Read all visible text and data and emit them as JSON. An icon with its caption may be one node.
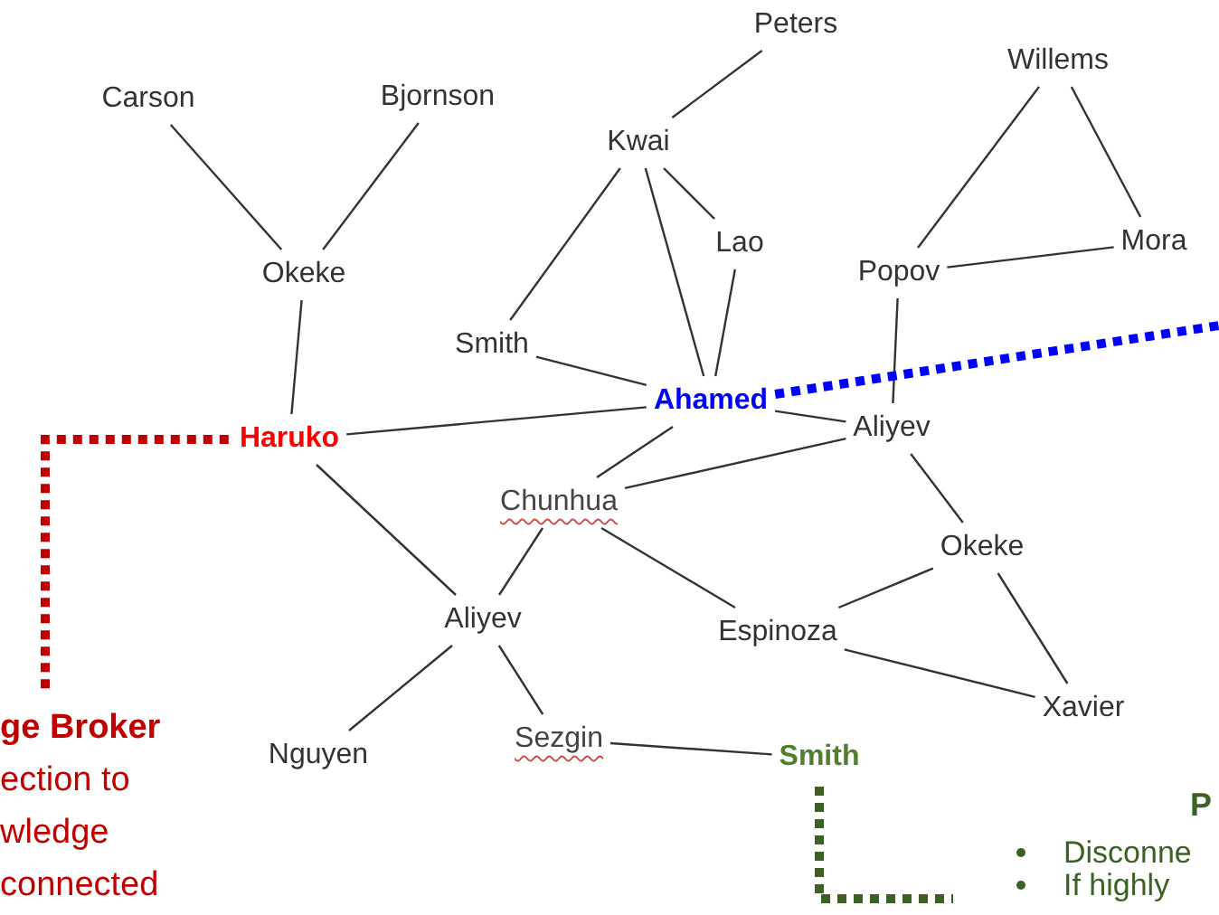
{
  "diagram": {
    "nodes": [
      {
        "text": [
          "Peters"
        ]
      },
      {
        "text": [
          "Willems"
        ]
      },
      {
        "text": [
          "Carson"
        ]
      },
      {
        "text": [
          "Bjornson"
        ]
      },
      {
        "text": [
          "Kwai"
        ]
      },
      {
        "text": [
          "Mora"
        ]
      },
      {
        "text": [
          "Lao"
        ]
      },
      {
        "text": [
          "Popov"
        ]
      },
      {
        "text": [
          "Okeke"
        ]
      },
      {
        "text": [
          "Smith"
        ]
      },
      {
        "text": [
          "Ahamed"
        ]
      },
      {
        "text": [
          "Aliyev"
        ]
      },
      {
        "text": [
          "Haruko"
        ]
      },
      {
        "text": [
          "Chunhua"
        ]
      },
      {
        "text": [
          "Okeke"
        ]
      },
      {
        "text": [
          "Aliyev"
        ]
      },
      {
        "text": [
          "Espinoza"
        ]
      },
      {
        "text": [
          "Xavier"
        ]
      },
      {
        "text": [
          "Nguyen"
        ]
      },
      {
        "text": [
          "Sezgin"
        ]
      },
      {
        "text": [
          "Smith"
        ]
      },
      {
        "text": [
          "ge Broker",
          "ection to wledge connected"
        ]
      }
    ],
    "edges": [
      {
        "from": 0,
        "to": 4,
        "arrow": "none"
      },
      {
        "from": 2,
        "to": 8,
        "arrow": "none"
      },
      {
        "from": 3,
        "to": 8,
        "arrow": "none"
      },
      {
        "from": 4,
        "to": 9,
        "arrow": "none"
      },
      {
        "from": 4,
        "to": 6,
        "arrow": "none"
      },
      {
        "from": 4,
        "to": 10,
        "arrow": "none"
      },
      {
        "from": 6,
        "to": 10,
        "arrow": "none"
      },
      {
        "from": 1,
        "to": 7,
        "arrow": "none"
      },
      {
        "from": 1,
        "to": 5,
        "arrow": "none"
      },
      {
        "from": 7,
        "to": 5,
        "arrow": "none"
      },
      {
        "from": 7,
        "to": 11,
        "arrow": "none"
      },
      {
        "from": 8,
        "to": 12,
        "arrow": "none"
      },
      {
        "from": 9,
        "to": 10,
        "arrow": "none"
      },
      {
        "from": 12,
        "to": 10,
        "arrow": "none"
      },
      {
        "from": 10,
        "to": 11,
        "arrow": "none"
      },
      {
        "from": 10,
        "to": 13,
        "arrow": "none"
      },
      {
        "from": 13,
        "to": 11,
        "arrow": "none"
      },
      {
        "from": 11,
        "to": 14,
        "arrow": "none"
      },
      {
        "from": 12,
        "to": 15,
        "arrow": "none"
      },
      {
        "from": 13,
        "to": 15,
        "arrow": "none"
      },
      {
        "from": 13,
        "to": 16,
        "arrow": "none"
      },
      {
        "from": 14,
        "to": 16,
        "arrow": "none"
      },
      {
        "from": 14,
        "to": 17,
        "arrow": "none"
      },
      {
        "from": 16,
        "to": 17,
        "arrow": "none"
      },
      {
        "from": 15,
        "to": 18,
        "arrow": "none"
      },
      {
        "from": 15,
        "to": 19,
        "arrow": "none"
      },
      {
        "from": 19,
        "to": 20,
        "arrow": "none"
      },
      {
        "from": 12,
        "to": 21,
        "arrow": "none",
        "style": "dashed",
        "color": "#c00000"
      },
      {
        "from": 10,
        "to": null,
        "arrow": "none",
        "style": "dashed",
        "color": "#0000ff"
      },
      {
        "from": 20,
        "to": null,
        "arrow": "none",
        "style": "dashed",
        "color": "#3b6125"
      }
    ],
    "labels": [
      "P",
      "Disconne",
      "If highly"
    ]
  }
}
